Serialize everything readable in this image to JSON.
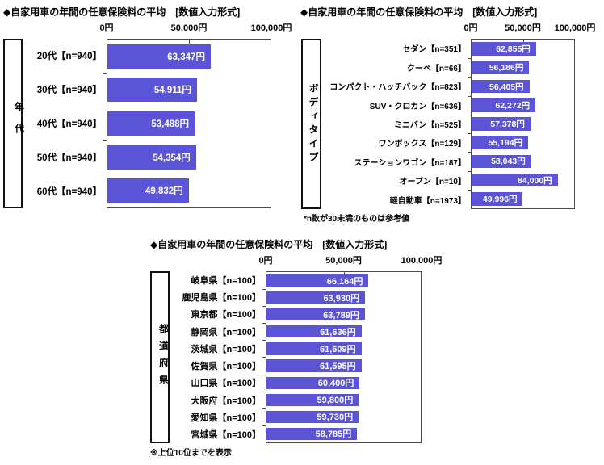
{
  "page": {
    "background": "#ffffff"
  },
  "bar_color": "#5B54D6",
  "axis_max": 100000,
  "chart_data": [
    {
      "type": "bar",
      "orientation": "horizontal",
      "title": "◆自家用車の年間の任意保険料の平均　[数値入力形式]",
      "group_label": "年代",
      "categories": [
        "20代【n=940】",
        "30代【n=940】",
        "40代【n=940】",
        "50代【n=940】",
        "60代【n=940】"
      ],
      "values": [
        63347,
        54911,
        53488,
        54354,
        49832
      ],
      "value_labels": [
        "63,347円",
        "54,911円",
        "53,488円",
        "54,354円",
        "49,832円"
      ],
      "xlim": [
        0,
        100000
      ],
      "tick_labels": [
        "0円",
        "50,000円",
        "100,000円"
      ],
      "note": ""
    },
    {
      "type": "bar",
      "orientation": "horizontal",
      "title": "◆自家用車の年間の任意保険料の平均　[数値入力形式]",
      "group_label": "ボディタイプ",
      "categories": [
        "セダン【n=351】",
        "クーペ【n=66】",
        "コンパクト・ハッチバック【n=823】",
        "SUV・クロカン【n=636】",
        "ミニバン【n=525】",
        "ワンボックス【n=129】",
        "ステーションワゴン【n=187】",
        "オープン【n=10】",
        "軽自動車【n=1973】"
      ],
      "values": [
        62855,
        56186,
        56405,
        62272,
        57378,
        55194,
        58043,
        84000,
        49996
      ],
      "value_labels": [
        "62,855円",
        "56,186円",
        "56,405円",
        "62,272円",
        "57,378円",
        "55,194円",
        "58,043円",
        "84,000円",
        "49,996円"
      ],
      "xlim": [
        0,
        100000
      ],
      "tick_labels": [
        "0円",
        "50,000円",
        "100,000円"
      ],
      "note": "*n数が30未満のものは参考値"
    },
    {
      "type": "bar",
      "orientation": "horizontal",
      "title": "◆自家用車の年間の任意保険料の平均　[数値入力形式]",
      "group_label": "都道府県",
      "categories": [
        "岐阜県【n=100】",
        "鹿児島県【n=100】",
        "東京都【n=100】",
        "静岡県【n=100】",
        "茨城県【n=100】",
        "佐賀県【n=100】",
        "山口県【n=100】",
        "大阪府【n=100】",
        "愛知県【n=100】",
        "宮城県【n=100】"
      ],
      "values": [
        66164,
        63930,
        63789,
        61636,
        61609,
        61595,
        60400,
        59800,
        59730,
        58785
      ],
      "value_labels": [
        "66,164円",
        "63,930円",
        "63,789円",
        "61,636円",
        "61,609円",
        "61,595円",
        "60,400円",
        "59,800円",
        "59,730円",
        "58,785円"
      ],
      "xlim": [
        0,
        100000
      ],
      "tick_labels": [
        "0円",
        "50,000円",
        "100,000円"
      ],
      "note": "※上位10位までを表示"
    }
  ]
}
